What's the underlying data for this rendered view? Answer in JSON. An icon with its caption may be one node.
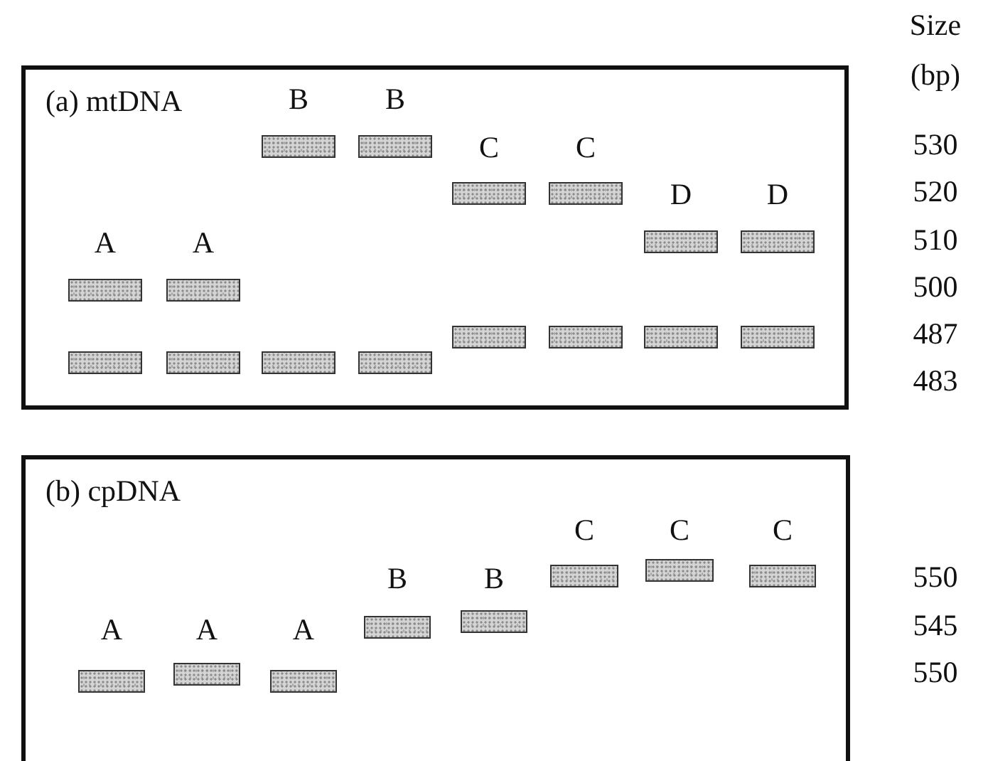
{
  "diagram": {
    "nodes": [
      {
        "text": [
          "(a) mtDNA"
        ]
      },
      {
        "text": [],
        "shape": "bar",
        "in": 0
      },
      {
        "text": [],
        "shape": "bar",
        "in": 0
      },
      {
        "text": [],
        "shape": "bar",
        "in": 0
      },
      {
        "text": [],
        "shape": "bar",
        "in": 0
      },
      {
        "text": [],
        "shape": "bar",
        "in": 0
      },
      {
        "text": [],
        "shape": "bar",
        "in": 0
      },
      {
        "text": [],
        "shape": "bar",
        "in": 0
      },
      {
        "text": [],
        "shape": "bar",
        "in": 0
      },
      {
        "text": [],
        "shape": "bar",
        "in": 0
      },
      {
        "text": [],
        "shape": "bar",
        "in": 0
      },
      {
        "text": [],
        "shape": "bar",
        "in": 0
      },
      {
        "text": [],
        "shape": "bar",
        "in": 0
      },
      {
        "text": [],
        "shape": "bar",
        "in": 0
      },
      {
        "text": [],
        "shape": "bar",
        "in": 0
      },
      {
        "text": [],
        "shape": "bar",
        "in": 0
      },
      {
        "text": [],
        "shape": "bar",
        "in": 0
      },
      {
        "text": [
          "(b) cpDNA"
        ]
      },
      {
        "text": [],
        "shape": "bar",
        "in": 17
      },
      {
        "text": [],
        "shape": "bar",
        "in": 17
      },
      {
        "text": [],
        "shape": "bar",
        "in": 17
      },
      {
        "text": [],
        "shape": "bar",
        "in": 17
      },
      {
        "text": [],
        "shape": "bar",
        "in": 17
      },
      {
        "text": [],
        "shape": "bar",
        "in": 17
      },
      {
        "text": [],
        "shape": "bar",
        "in": 17
      },
      {
        "text": [],
        "shape": "bar",
        "in": 17
      }
    ],
    "edges": [],
    "labels": [
      "Size",
      "(bp)",
      "B",
      "B",
      "530",
      "C",
      "C",
      "520",
      "D",
      "D",
      "510",
      "A",
      "A",
      "500",
      "487",
      "483",
      "C",
      "C",
      "C",
      "550",
      "B",
      "B",
      "545",
      "A",
      "A",
      "A",
      "550"
    ]
  }
}
